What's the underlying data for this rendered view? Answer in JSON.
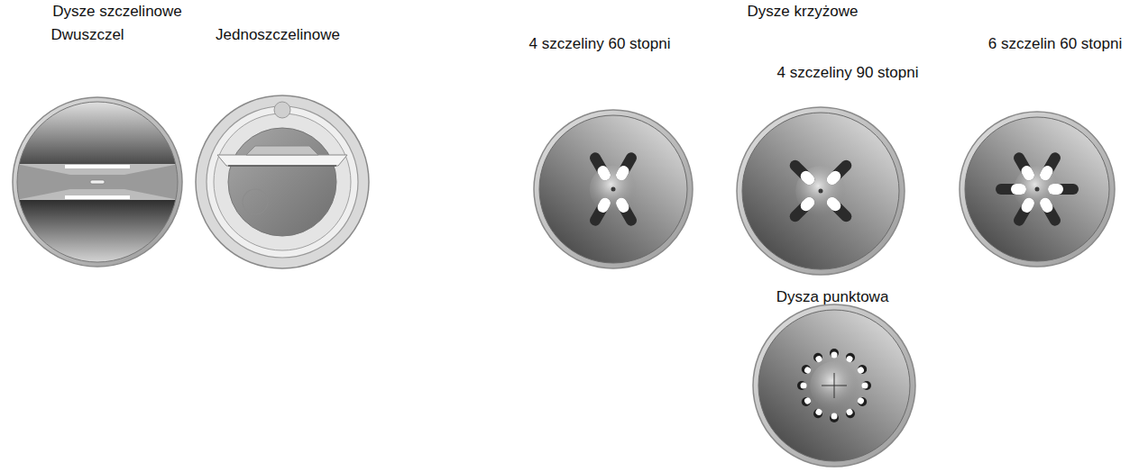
{
  "diagram": {
    "labels": [
      "Dysze szczelinowe",
      "Dwuszczel",
      "Jednoszczelinowe",
      "Dysze krzyżowe",
      "4 szczeliny 60 stopni",
      "4 szczeliny 90 stopni",
      "6 szczelin 60 stopni",
      "Dysza punktowa"
    ]
  }
}
